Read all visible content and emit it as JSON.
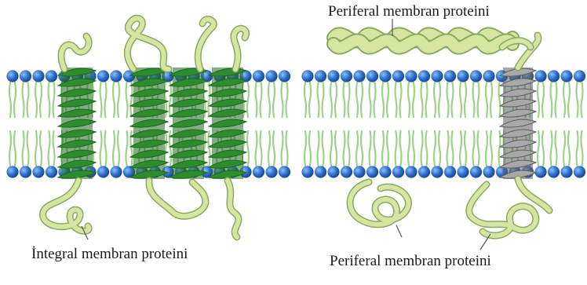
{
  "labels": {
    "peripheral_top": "Periferal membran proteini",
    "integral": "İntegral membran proteini",
    "peripheral_bottom": "Periferal membran proteini"
  },
  "colors": {
    "lipid_head": "#2f6fc9",
    "lipid_tail": "#9fd18a",
    "integral_helix": "#2e8b2e",
    "integral_helix_dark": "#1f6a1f",
    "peripheral_protein": "#d6e6a2",
    "peripheral_outline": "#8aa860",
    "gray_helix": "#8c8c8c",
    "leader_line": "#555555"
  }
}
